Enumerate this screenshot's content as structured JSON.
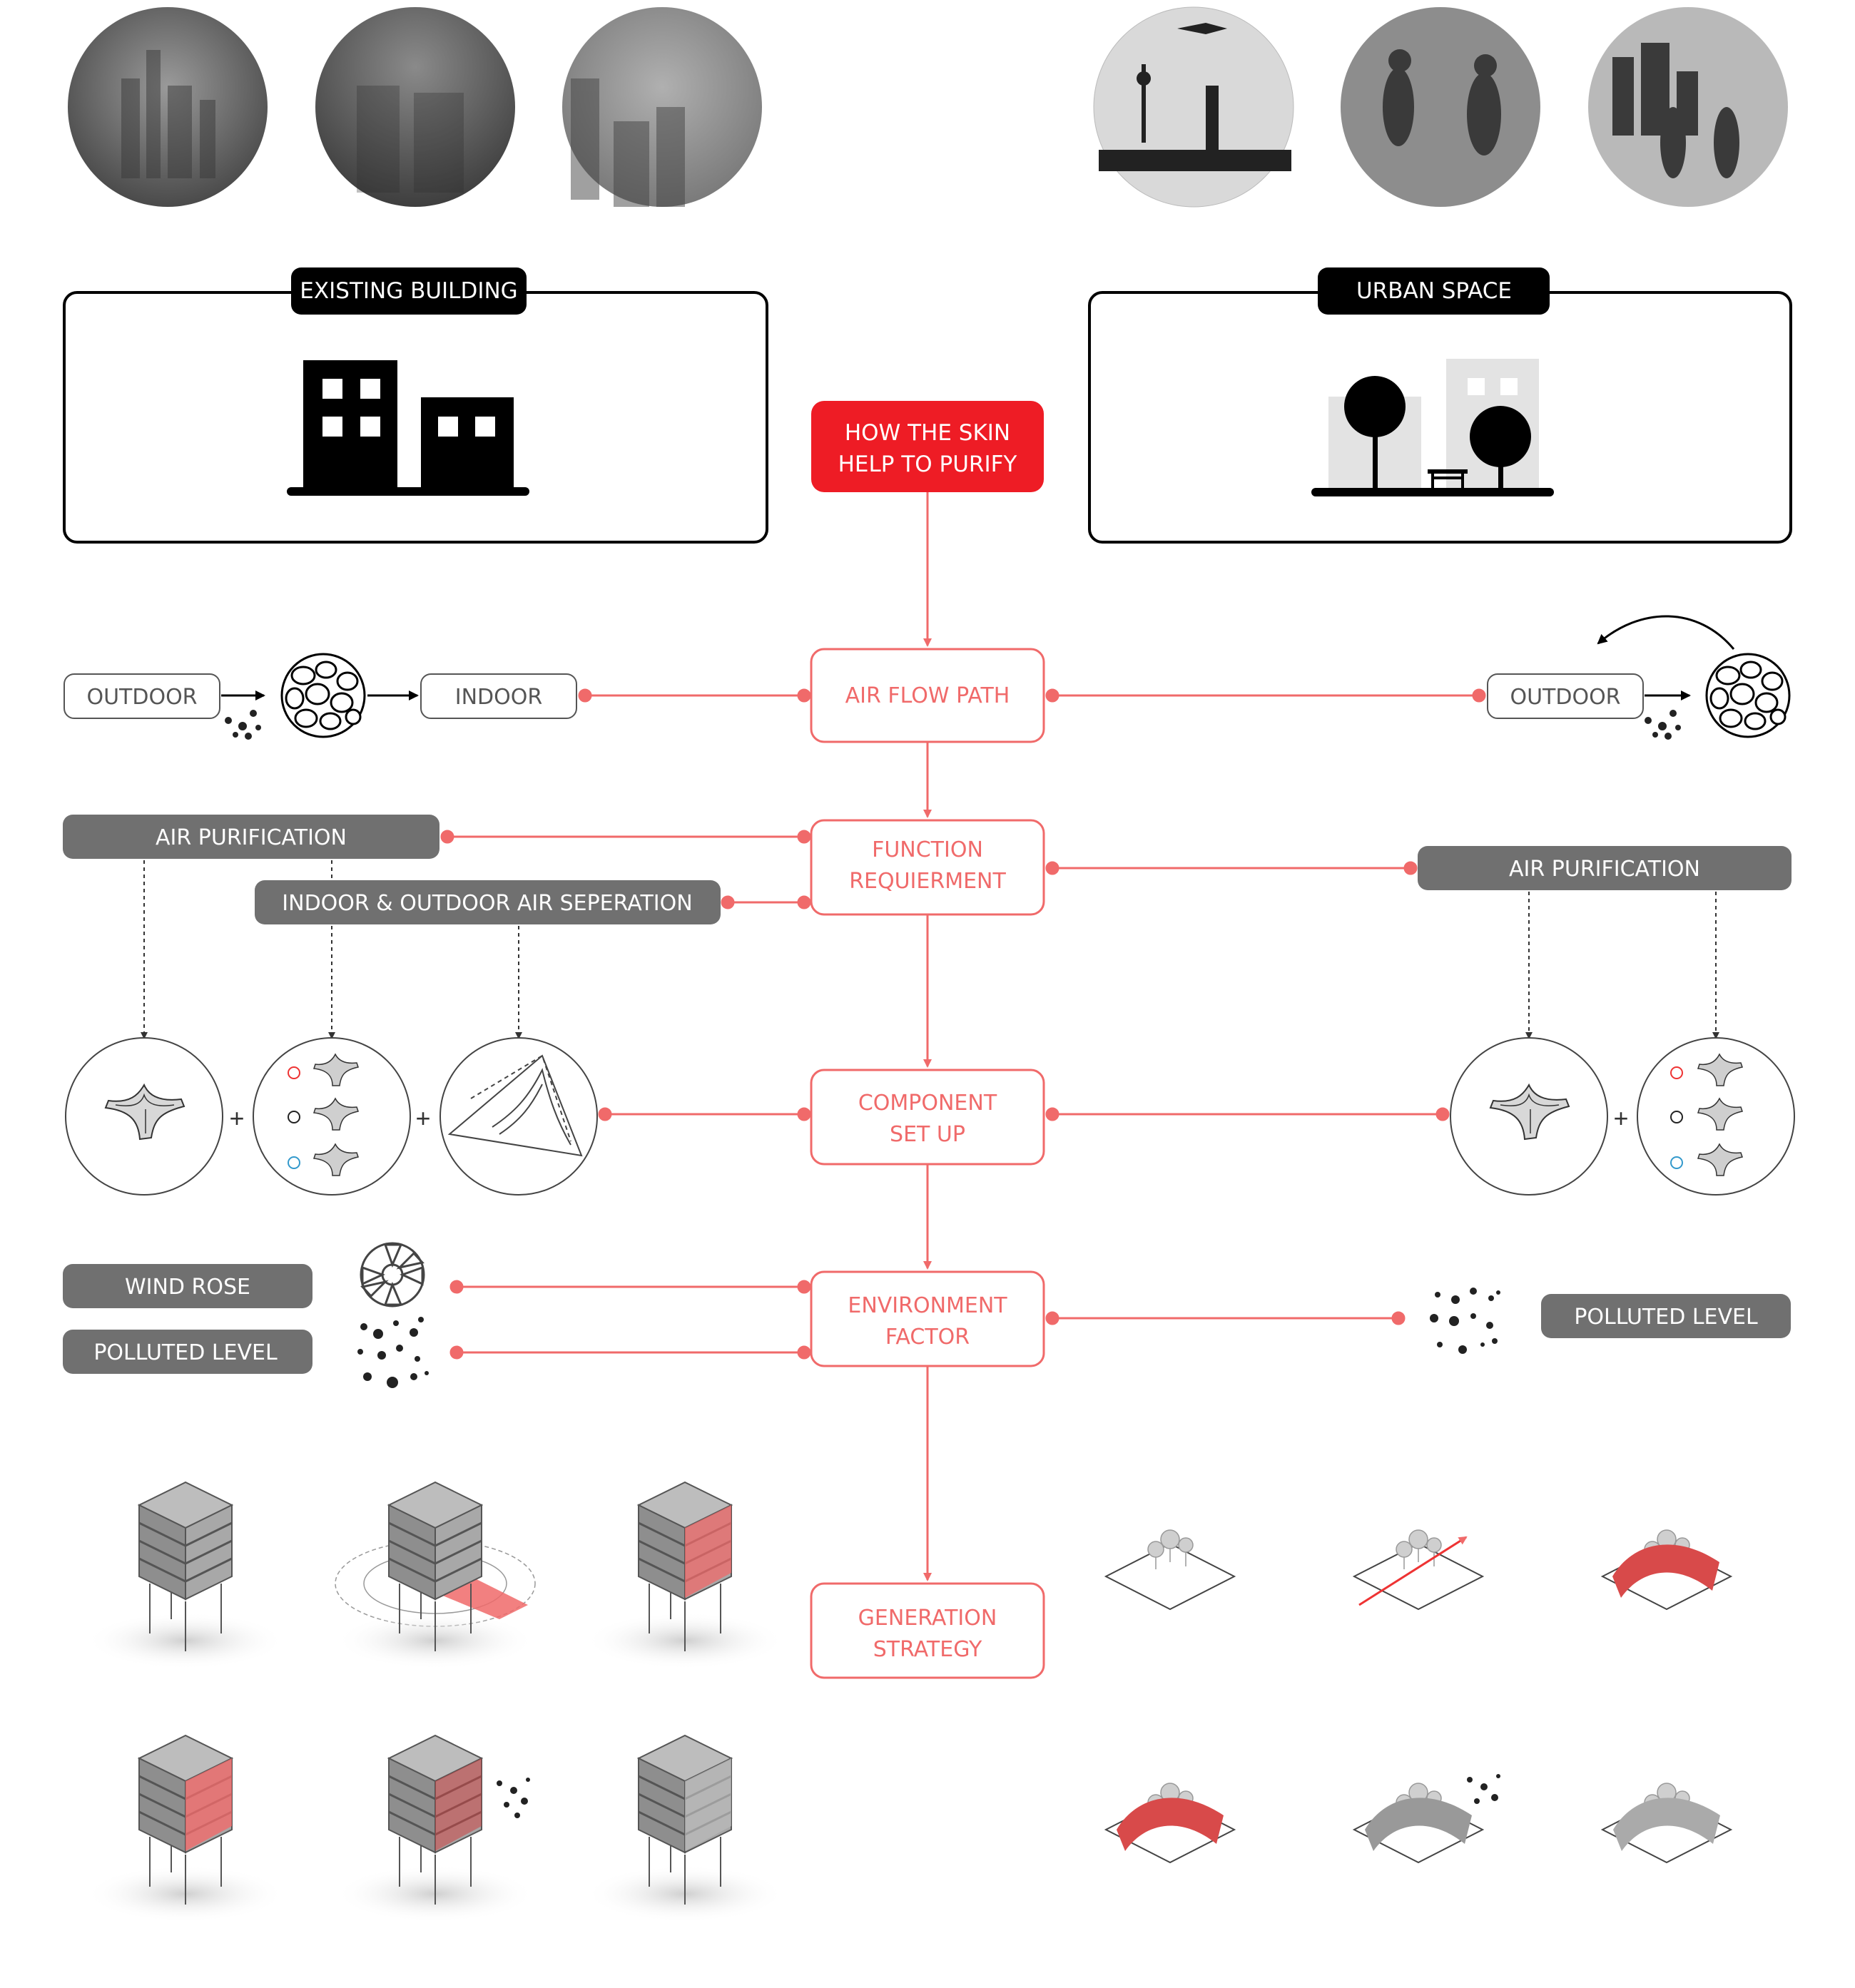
{
  "colors": {
    "accent": "#f06a6a",
    "accent_solid": "#ee1c25",
    "dark_pill": "#707070",
    "black": "#000000",
    "light_gray": "#e3e3e3"
  },
  "center": {
    "root": "HOW THE SKIN HELP TO PURIFY",
    "root_lines": [
      "HOW THE SKIN",
      "HELP TO PURIFY"
    ],
    "air_flow_path": "AIR FLOW PATH",
    "function": [
      "FUNCTION",
      "REQUIERMENT"
    ],
    "component": [
      "COMPONENT",
      "SET UP"
    ],
    "environment": [
      "ENVIRONMENT",
      "FACTOR"
    ],
    "generation": [
      "GENERATION",
      "STRATEGY"
    ]
  },
  "left": {
    "header": "EXISTING BUILDING",
    "outdoor": "OUTDOOR",
    "indoor": "INDOOR",
    "air_purification": "AIR PURIFICATION",
    "separation": "INDOOR & OUTDOOR AIR SEPERATION",
    "wind_rose": "WIND ROSE",
    "polluted_level": "POLLUTED LEVEL"
  },
  "right": {
    "header": "URBAN SPACE",
    "outdoor": "OUTDOOR",
    "air_purification": "AIR PURIFICATION",
    "polluted_level": "POLLUTED LEVEL"
  },
  "symbols": {
    "plus": "+"
  },
  "icons": {
    "building": "building-icon",
    "urban": "urban-space-icon",
    "filter": "porous-filter-icon",
    "particles": "particles-icon",
    "wind_rose": "wind-rose-icon",
    "component": "y-component-icon",
    "axo_building": "axonometric-building-icon",
    "axo_urban": "axonometric-urban-icon"
  }
}
